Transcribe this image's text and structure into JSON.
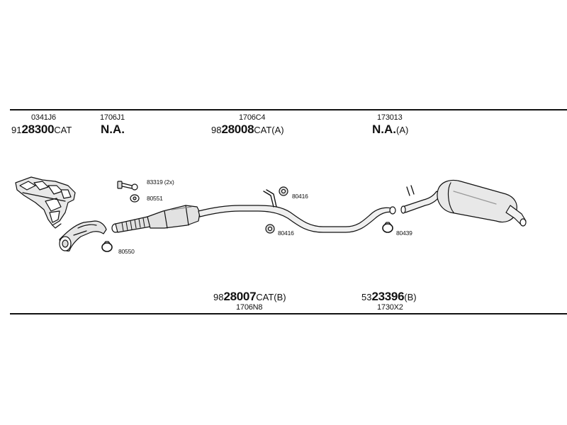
{
  "top_row": {
    "col1": {
      "ref": "0341J6",
      "prefix": "91",
      "bold": "28300",
      "suffix": "CAT"
    },
    "col2": {
      "ref": "1706J1",
      "na": "N.A."
    },
    "col3": {
      "ref": "1706C4",
      "prefix": "98",
      "bold": "28008",
      "suffix": "CAT(A)"
    },
    "col4": {
      "ref": "173013",
      "na": "N.A.",
      "na_suffix": "(A)"
    }
  },
  "bottom_row": {
    "col3": {
      "prefix": "98",
      "bold": "28007",
      "suffix": "CAT(B)",
      "ref": "1706N8"
    },
    "col4": {
      "prefix": "53",
      "bold": "23396",
      "suffix": "(B)",
      "ref": "1730X2"
    }
  },
  "callouts": {
    "c83319": "83319 (2x)",
    "c80551": "80551",
    "c80550": "80550",
    "c80416_top": "80416",
    "c80416_bottom": "80416",
    "c80439": "80439"
  }
}
